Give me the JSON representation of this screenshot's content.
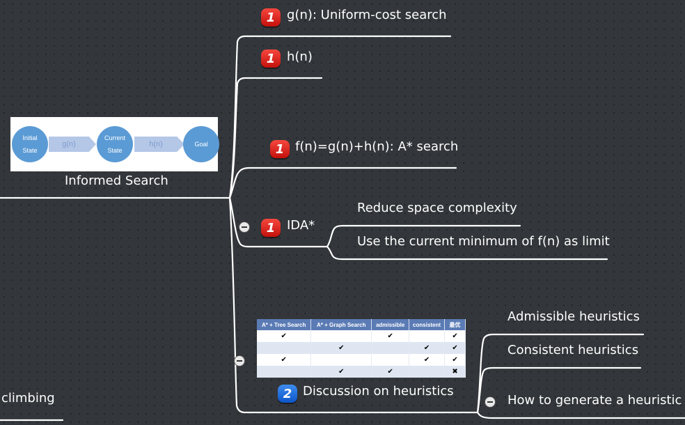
{
  "colors": {
    "background": "#33363a",
    "branch_line": "#ffffff",
    "priority_red": "#d81e16",
    "priority_blue": "#1565d8",
    "image_circle": "#5b9bd5",
    "table_header": "#5b7bb5"
  },
  "central_node": {
    "label": "Informed Search",
    "image": {
      "states": [
        "Initial State",
        "Current State",
        "Goal"
      ],
      "state1_line1": "Initial",
      "state1_line2": "State",
      "state2_line1": "Current",
      "state2_line2": "State",
      "state3": "Goal",
      "arrow1": "g(n)",
      "arrow2": "h(n)"
    }
  },
  "branches": [
    {
      "label": "g(n): Uniform-cost search",
      "priority": "1",
      "priority_color": "red"
    },
    {
      "label": "h(n)",
      "priority": "1",
      "priority_color": "red"
    },
    {
      "label": "f(n)=g(n)+h(n): A* search",
      "priority": "1",
      "priority_color": "red"
    },
    {
      "label": "IDA*",
      "priority": "1",
      "priority_color": "red",
      "collapse_icon": "minus-circle",
      "children": [
        "Reduce space complexity",
        "Use the current minimum of f(n) as limit"
      ]
    },
    {
      "label": "Discussion on heuristics",
      "priority": "2",
      "priority_color": "blue",
      "collapse_icon": "minus-circle",
      "children": [
        "Admissible heuristics",
        "Consistent heuristics",
        "How to generate a heuristic"
      ],
      "table": {
        "headers": [
          "A* + Tree Search",
          "A* + Graph Search",
          "admissible",
          "consistent",
          "最优"
        ],
        "rows": [
          [
            "✔",
            "",
            "✔",
            "",
            "✔"
          ],
          [
            "",
            "✔",
            "",
            "✔",
            "✔"
          ],
          [
            "✔",
            "",
            "",
            "✔",
            "✔"
          ],
          [
            "",
            "✔",
            "✔",
            "",
            "✖"
          ]
        ]
      }
    }
  ],
  "sibling_node": {
    "label": "climbing"
  }
}
